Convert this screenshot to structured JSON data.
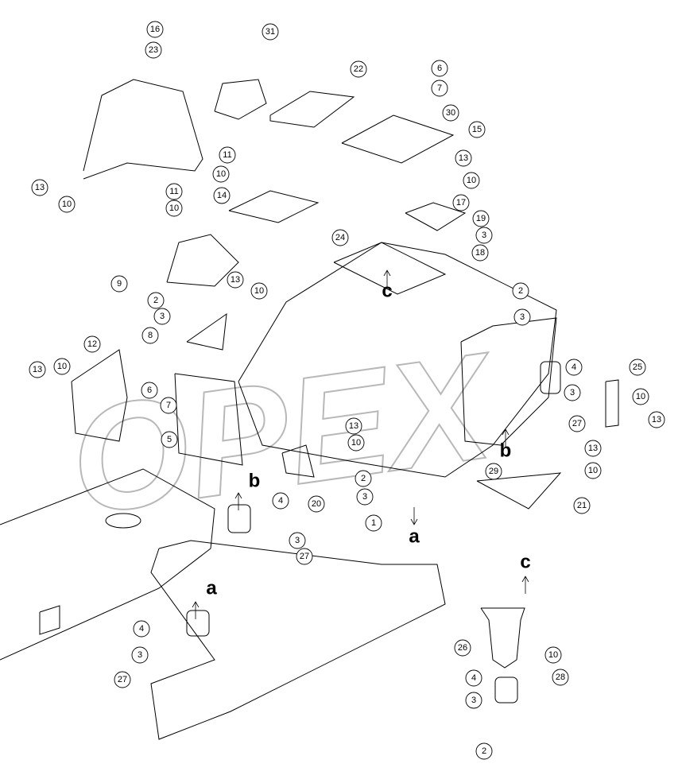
{
  "watermark": "OPEX",
  "callouts": [
    "16",
    "23",
    "31",
    "22",
    "6",
    "7",
    "30",
    "15",
    "13",
    "10",
    "11",
    "10",
    "14",
    "11",
    "10",
    "24",
    "13",
    "10",
    "17",
    "19",
    "3",
    "18",
    "9",
    "13",
    "10",
    "2",
    "3",
    "8",
    "2",
    "3",
    "4",
    "25",
    "3",
    "27",
    "10",
    "13",
    "12",
    "13",
    "10",
    "6",
    "7",
    "5",
    "13",
    "10",
    "2",
    "3",
    "1",
    "20",
    "29",
    "13",
    "10",
    "21",
    "4",
    "3",
    "27",
    "4",
    "3",
    "27",
    "26",
    "10",
    "4",
    "28",
    "3",
    "2"
  ],
  "view_refs": [
    {
      "letter": "c",
      "arrow": "up"
    },
    {
      "letter": "b",
      "arrow": "up"
    },
    {
      "letter": "a",
      "arrow": "down"
    },
    {
      "letter": "b",
      "arrow": "up"
    },
    {
      "letter": "a",
      "arrow": "up"
    },
    {
      "letter": "c",
      "arrow": "up"
    }
  ]
}
